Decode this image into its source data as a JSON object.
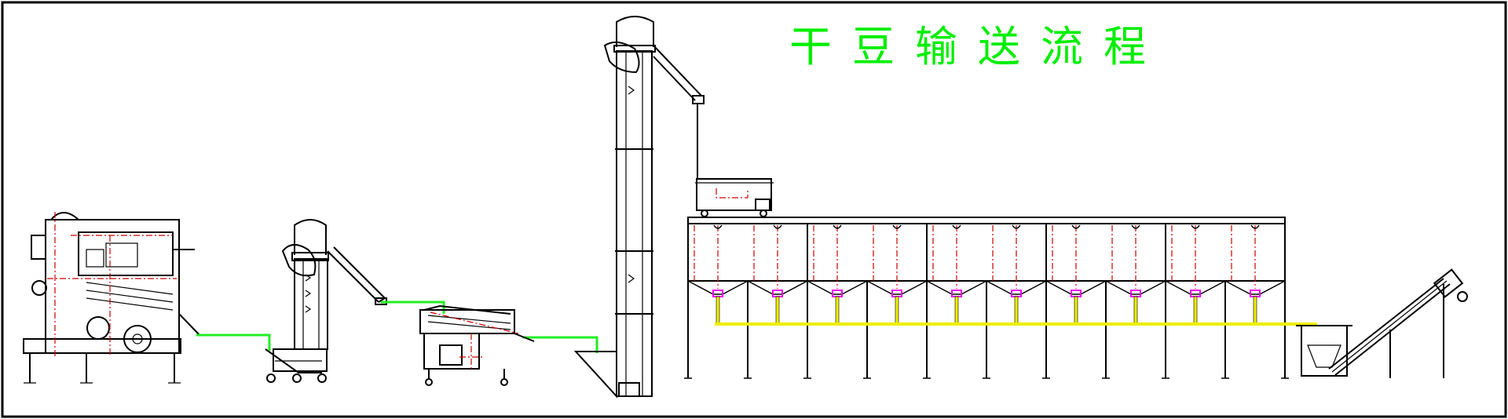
{
  "title": "干豆输送流程",
  "colors": {
    "title": "#00ee00",
    "conveyor_green": "#22ee22",
    "collector_yellow": "#eeee00",
    "valve_magenta": "#ee00ee",
    "centerline_red": "#cc0000",
    "line": "#000000",
    "frame": "#000000"
  },
  "equipment": [
    "gravity-separator-cleaner",
    "small-bucket-elevator",
    "vibrating-screen",
    "large-bucket-elevator",
    "distribution-cart",
    "storage-bin-array",
    "inclined-belt-conveyor"
  ],
  "bins": {
    "groups": 5,
    "hoppers_per_group": 2
  }
}
